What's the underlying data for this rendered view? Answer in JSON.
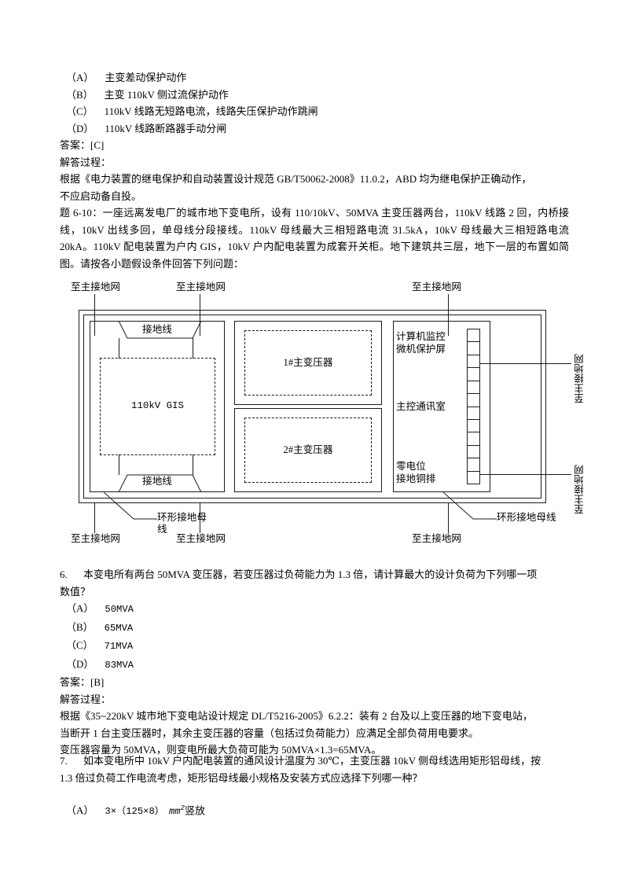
{
  "doc": {
    "options_q5": [
      {
        "tag": "（A）",
        "text": "主变差动保护动作"
      },
      {
        "tag": "（B）",
        "text": "主变 110kV 侧过流保护动作"
      },
      {
        "tag": "（C）",
        "text": "110kV 线路无短路电流，线路失压保护动作跳闸"
      },
      {
        "tag": "（D）",
        "text": "110kV 线路断路器手动分闸"
      }
    ],
    "answer_q5": "答案：[C]",
    "process_label_1": "解答过程：",
    "process_q5_line1": "根据《电力装置的继电保护和自动装置设计规范 GB/T50062-2008》11.0.2，ABD 均为继电保护正确动作，",
    "process_q5_line2": "不应启动备自投。",
    "stem_6_10": "题 6-10：一座远离发电厂的城市地下变电所，设有 110/10kV、50MVA 主变压器两台，110kV 线路 2 回，内桥接线，10kV 出线多回，单母线分段接线。110kV 母线最大三相短路电流 31.5kA，10kV 母线最大三相短路电流 20kA。110kV 配电装置为户内 GIS，10kV 户内配电装置为成套开关柜。地下建筑共三层，地下一层的布置如简图。请按各小题假设条件回答下列问题：",
    "q6": {
      "num": "6.",
      "text_line1": "本变电所有两台 50MVA 变压器，若变压器过负荷能力为 1.3 倍，请计算最大的设计负荷为下列哪一项",
      "text_line2": "数值？",
      "options": [
        {
          "tag": "（A）",
          "text": "50MVA"
        },
        {
          "tag": "（B）",
          "text": "65MVA"
        },
        {
          "tag": "（C）",
          "text": "71MVA"
        },
        {
          "tag": "（D）",
          "text": "83MVA"
        }
      ],
      "answer": "答案：[B]",
      "process_label": "解答过程：",
      "process_line1": "根据《35~220kV 城市地下变电站设计规定 DL/T5216-2005》6.2.2：装有 2 台及以上变压器的地下变电站，",
      "process_line2": "当断开 1 台主变压器时，其余主变压器的容量（包括过负荷能力）应满足全部负荷用电要求。",
      "process_line3": "变压器容量为 50MVA，则变电所最大负荷可能为 50MVA×1.3=65MVA。"
    },
    "q7": {
      "num": "7.",
      "text_line1": "如本变电所中 10kV 户内配电装置的通风设计温度为 30℃，主变压器 10kV 侧母线选用矩形铝母线，按",
      "text_line2": "1.3 倍过负荷工作电流考虑，矩形铝母线最小规格及安装方式应选择下列哪一种？",
      "option_a_tag": "（A）",
      "option_a_text": "3×（125×8）",
      "option_a_unit": "mm",
      "option_a_sup": "2",
      "option_a_suffix": "竖放"
    }
  },
  "diagram": {
    "top_labels": [
      "至主接地网",
      "至主接地网",
      "至主接地网"
    ],
    "bottom_labels": [
      "至主接地网",
      "至主接地网",
      "至主接地网"
    ],
    "ring_bus_label_left_l1": "环形接地母",
    "ring_bus_label_left_l2": "线",
    "ring_bus_label_left_dash": "一",
    "ring_bus_label_right": "环形接地母线",
    "ring_bus_label_right_dash": "一",
    "right_vlabels": [
      "至主接地网",
      "至主接地网"
    ],
    "gis_room": {
      "ground_wire_top": "接地线",
      "ground_wire_bottom": "接地线",
      "gis_label": "110kV GIS"
    },
    "transformer_rooms": [
      "1#主变压器",
      "2#主变压器"
    ],
    "control_room": {
      "line1": "计算机监控",
      "line2": "微机保护屏",
      "line3": "主控通讯室",
      "line4": "零电位",
      "line5": "接地铜排",
      "panel_cell_count": 12
    },
    "colors": {
      "stroke": "#1b1b20",
      "background": "#ffffff"
    }
  }
}
